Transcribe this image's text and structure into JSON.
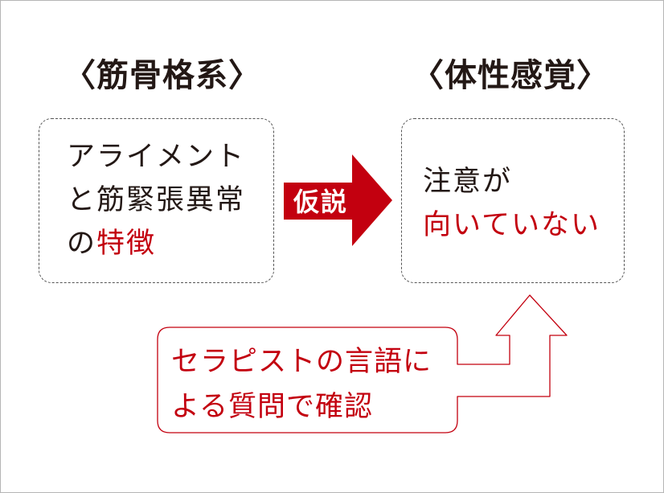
{
  "headings": {
    "left": "〈筋骨格系〉",
    "right": "〈体性感覚〉"
  },
  "left_box": {
    "line1": "アライメント",
    "line2": "と筋緊張異常",
    "line3_prefix": "の",
    "line3_highlight": "特徴"
  },
  "arrow": {
    "label": "仮説"
  },
  "right_box": {
    "line1": "注意が",
    "line2_highlight": "向いていない"
  },
  "callout": {
    "line1": "セラピストの言語に",
    "line2": "よる質問で確認"
  },
  "colors": {
    "accent_red": "#c3000f",
    "text": "#231815",
    "dashed_border": "#555555",
    "frame": "#b5b5b5"
  }
}
